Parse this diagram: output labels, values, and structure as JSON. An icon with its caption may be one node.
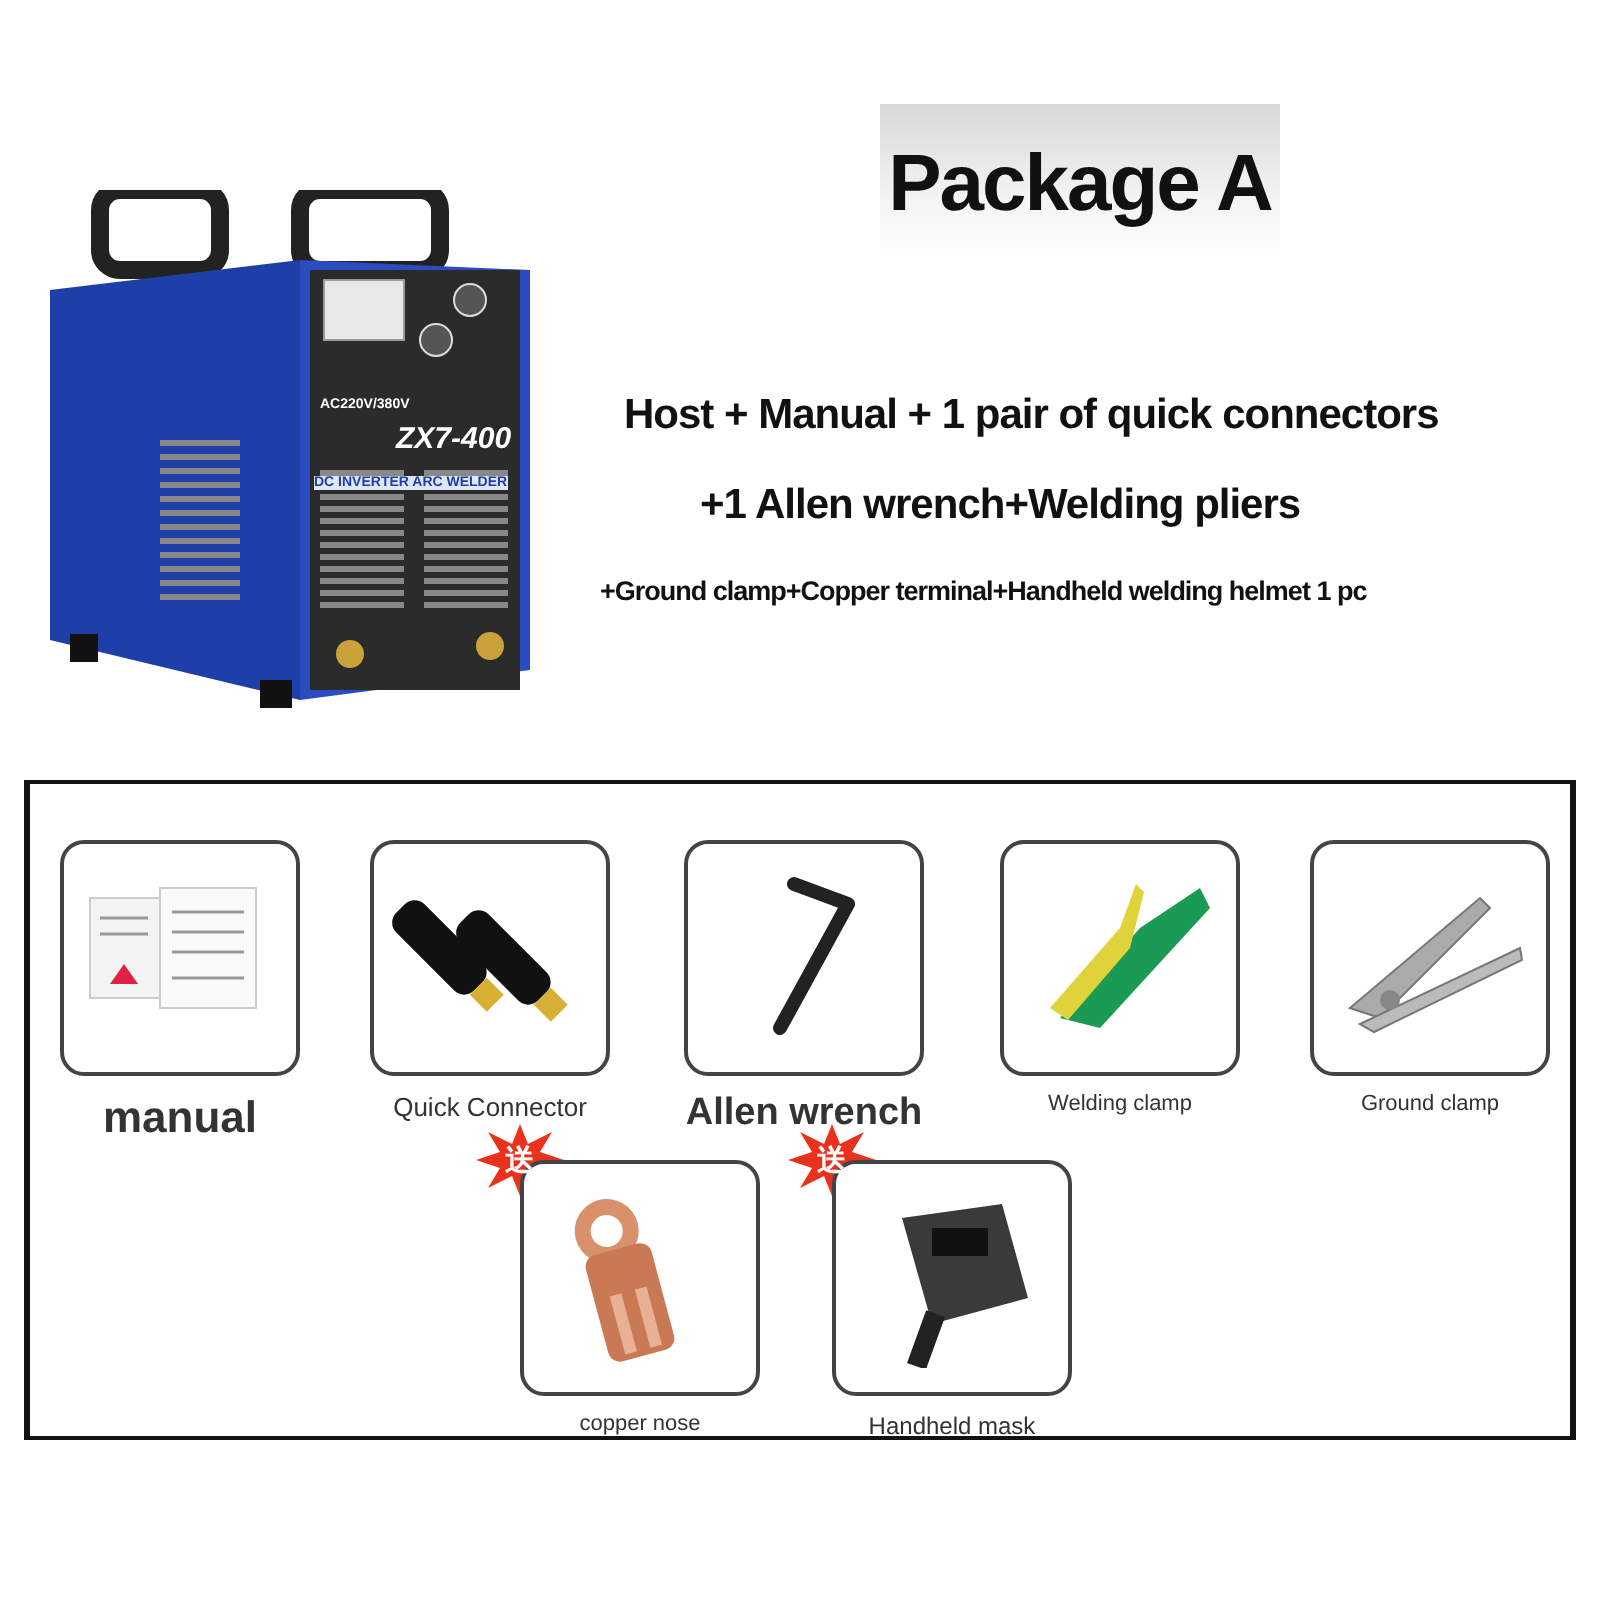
{
  "diagram": {
    "title": "Package A",
    "nodes": [
      {
        "text": [],
        "shape": "box"
      },
      {
        "text": [
          "manual"
        ],
        "in": 0
      },
      {
        "text": [
          "Quick Connector"
        ],
        "in": 0
      },
      {
        "text": [
          "Allen wrench"
        ],
        "in": 0
      },
      {
        "text": [
          "Welding clamp"
        ],
        "in": 0
      },
      {
        "text": [
          "Ground clamp"
        ],
        "in": 0
      },
      {
        "text": [
          "copper nose"
        ],
        "in": 0,
        "beside": [
          "送"
        ]
      },
      {
        "text": [
          "Handheld mask"
        ],
        "in": 0,
        "beside": [
          "送"
        ]
      }
    ],
    "edges": [],
    "labels": [
      "Host + Manual + 1 pair of quick connectors",
      "+1 Allen wrench+Welding pliers",
      "+Ground clamp+Copper terminal+Handheld welding helmet 1 pc",
      "AC220V/380V",
      "ZX7-400",
      "DC INVERTER ARC WELDER"
    ]
  }
}
